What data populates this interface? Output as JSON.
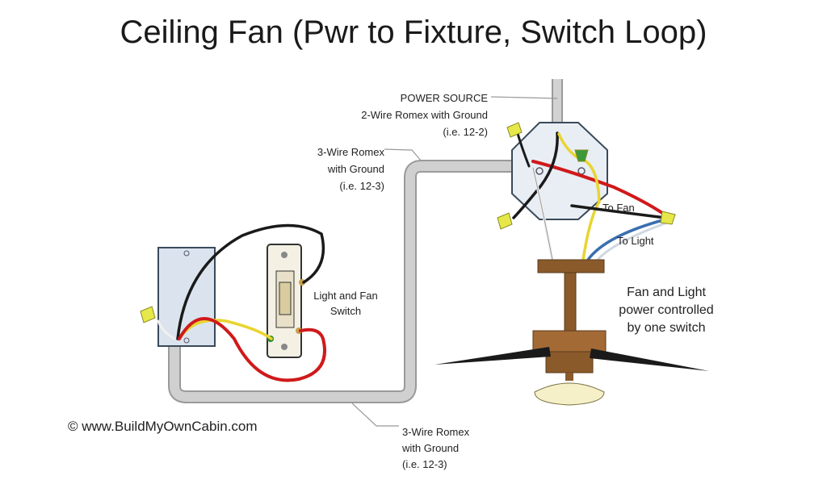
{
  "title": "Ceiling Fan (Pwr to Fixture, Switch Loop)",
  "labels": {
    "power_source": [
      "POWER SOURCE",
      "2-Wire Romex with Ground",
      "(i.e. 12-2)"
    ],
    "romex_top": [
      "3-Wire Romex",
      "with Ground",
      "(i.e. 12-3)"
    ],
    "romex_bottom": [
      "3-Wire Romex",
      "with Ground",
      "(i.e. 12-3)"
    ],
    "switch": [
      "Light and Fan",
      "Switch"
    ],
    "to_fan": "To Fan",
    "to_light": "To Light",
    "fan_note": [
      "Fan and Light",
      "power controlled",
      "by one switch"
    ]
  },
  "copyright": "© www.BuildMyOwnCabin.com",
  "colors": {
    "conduit": "#c4c4c4",
    "hot_black": "#1a1a1a",
    "hot_red": "#d0191b",
    "neutral_white": "#f5f5f5",
    "ground": "#e8d530",
    "light_blue": "#3a6fb0",
    "wire_nut": "#e6e84a",
    "fan_brown": "#8b5a2b"
  }
}
